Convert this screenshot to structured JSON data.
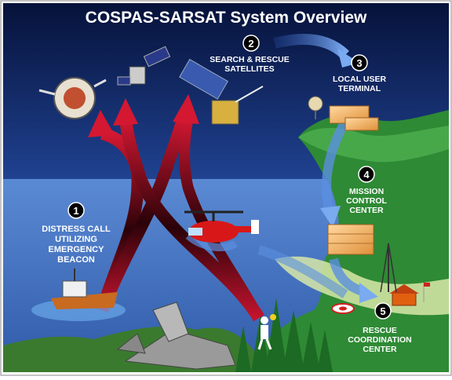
{
  "title": "COSPAS-SARSAT System Overview",
  "steps": [
    {
      "number": "1",
      "lines": [
        "DISTRESS CALL",
        "UTILIZING",
        "EMERGENCY",
        "BEACON"
      ]
    },
    {
      "number": "2",
      "lines": [
        "SEARCH & RESCUE",
        "SATELLITES"
      ]
    },
    {
      "number": "3",
      "lines": [
        "LOCAL USER",
        "TERMINAL"
      ]
    },
    {
      "number": "4",
      "lines": [
        "MISSION",
        "CONTROL",
        "CENTER"
      ]
    },
    {
      "number": "5",
      "lines": [
        "RESCUE",
        "COORDINATION",
        "CENTER"
      ]
    }
  ],
  "colors": {
    "sky_top": "#0a1a4a",
    "sky_bottom": "#4a78c8",
    "sea": "#3f6fbf",
    "land": "#2f8a2f",
    "arrow_red": "#b0102a",
    "flow_blue": "#5a8fe0"
  }
}
